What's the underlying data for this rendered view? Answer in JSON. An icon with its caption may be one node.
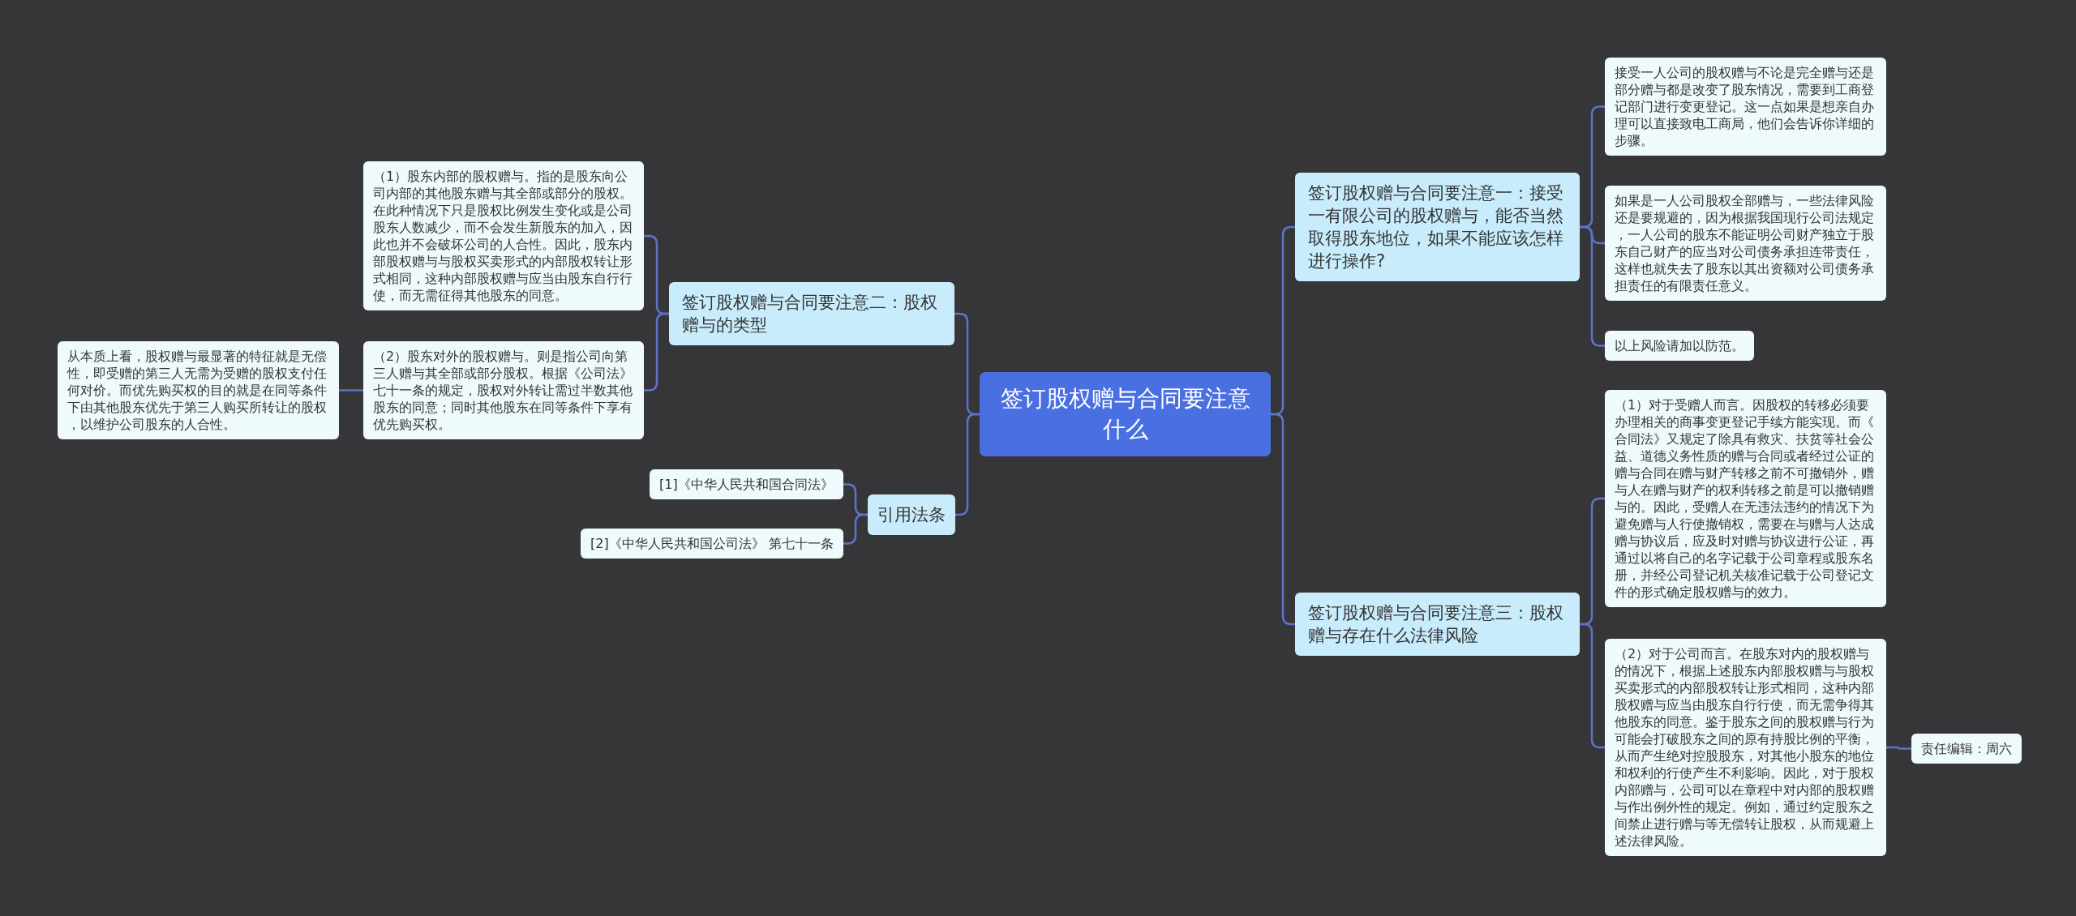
{
  "diagram": {
    "nodes": [
      {
        "text": [
          "签订股权赠与合同要注意什么"
        ]
      },
      {
        "text": [
          "签订股权赠与合同要注意二：股权赠与的类型"
        ]
      },
      {
        "text": [
          "（1）股东内部的股权赠与。指的是股东向公司内部的其他股东赠与其全部或部分的股权。在此种情况下只是股权比例发生变化或是公司股东人数减少，而不会发生新股东的加入，因此也并不会破坏公司的人合性。因此，股东内部股权赠与与股权买卖形式的内部股权转让形式相同，这种内部股权赠与应当由股东自行行使，而无需征得其他股东的同意。"
        ]
      },
      {
        "text": [
          "（2）股东对外的股权赠与。则是指公司向第三人赠与其全部或部分股权。根据《公司法》七十一条的规定，股权对外转让需过半数其他股东的同意；同时其他股东在同等条件下享有优先购买权。"
        ]
      },
      {
        "text": [
          "从本质上看，股权赠与最显著的特征就是无偿性，即受赠的第三人无需为受赠的股权支付任何对价。而优先购买权的目的就是在同等条件下由其他股东优先于第三人购买所转让的股权，以维护公司股东的人合性。"
        ]
      },
      {
        "text": [
          "引用法条"
        ]
      },
      {
        "text": [
          "[1]《中华人民共和国合同法》"
        ]
      },
      {
        "text": [
          "[2]《中华人民共和国公司法》 第七十一条"
        ]
      },
      {
        "text": [
          "签订股权赠与合同要注意一：接受一有限公司的股权赠与，能否当然取得股东地位，如果不能应该怎样进行操作?"
        ]
      },
      {
        "text": [
          "接受一人公司的股权赠与不论是完全赠与还是部分赠与都是改变了股东情况，需要到工商登记部门进行变更登记。这一点如果是想亲自办理可以直接致电工商局，他们会告诉你详细的步骤。"
        ]
      },
      {
        "text": [
          "如果是一人公司股权全部赠与，一些法律风险还是要规避的，因为根据我国现行公司法规定，一人公司的股东不能证明公司财产独立于股东自己财产的应当对公司债务承担连带责任，这样也就失去了股东以其出资额对公司债务承担责任的有限责任意义。"
        ]
      },
      {
        "text": [
          "以上风险请加以防范。"
        ]
      },
      {
        "text": [
          "签订股权赠与合同要注意三：股权赠与存在什么法律风险"
        ]
      },
      {
        "text": [
          "（1）对于受赠人而言。因股权的转移必须要办理相关的商事变更登记手续方能实现。而《合同法》又规定了除具有救灾、扶贫等社会公益、道德义务性质的赠与合同或者经过公证的赠与合同在赠与财产转移之前不可撤销外，赠与人在赠与财产的权利转移之前是可以撤销赠与的。因此，受赠人在无违法违约的情况下为避免赠与人行使撤销权，需要在与赠与人达成赠与协议后，应及时对赠与协议进行公证，再通过以将自己的名字记载于公司章程或股东名册，并经公司登记机关核准记载于公司登记文件的形式确定股权赠与的效力。"
        ]
      },
      {
        "text": [
          "（2）对于公司而言。在股东对内的股权赠与的情况下，根据上述股东内部股权赠与与股权买卖形式的内部股权转让形式相同，这种内部股权赠与应当由股东自行行使，而无需争得其他股东的同意。鉴于股东之间的股权赠与行为可能会打破股东之间的原有持股比例的平衡，从而产生绝对控股股东，对其他小股东的地位和权利的行使产生不利影响。因此，对于股权内部赠与，公司可以在章程中对内部的股权赠与作出例外性的规定。例如，通过约定股东之间禁止进行赠与等无偿转让股权，从而规避上述法律风险。"
        ]
      },
      {
        "text": [
          "责任编辑：周六"
        ]
      }
    ],
    "edges": [
      {
        "from": 0,
        "to": 1,
        "arrow": "none"
      },
      {
        "from": 1,
        "to": 2,
        "arrow": "none"
      },
      {
        "from": 1,
        "to": 3,
        "arrow": "none"
      },
      {
        "from": 3,
        "to": 4,
        "arrow": "none"
      },
      {
        "from": 0,
        "to": 5,
        "arrow": "none"
      },
      {
        "from": 5,
        "to": 6,
        "arrow": "none"
      },
      {
        "from": 5,
        "to": 7,
        "arrow": "none"
      },
      {
        "from": 0,
        "to": 8,
        "arrow": "none"
      },
      {
        "from": 8,
        "to": 9,
        "arrow": "none"
      },
      {
        "from": 8,
        "to": 10,
        "arrow": "none"
      },
      {
        "from": 8,
        "to": 11,
        "arrow": "none"
      },
      {
        "from": 0,
        "to": 12,
        "arrow": "none"
      },
      {
        "from": 12,
        "to": 13,
        "arrow": "none"
      },
      {
        "from": 12,
        "to": 14,
        "arrow": "none"
      },
      {
        "from": 14,
        "to": 15,
        "arrow": "none"
      }
    ]
  }
}
